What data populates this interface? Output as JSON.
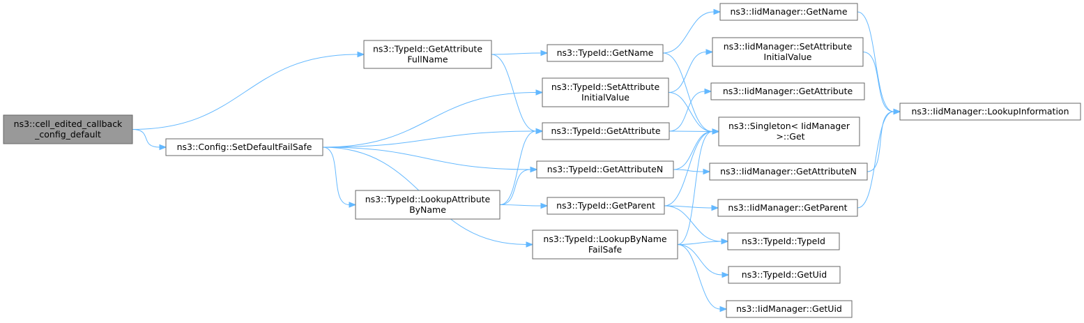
{
  "graph": {
    "edge_color": "#63b8ff",
    "root_fill": "#999999",
    "node_border": "#666666",
    "nodes": [
      {
        "id": "root",
        "lines": [
          "ns3::cell_edited_callback",
          "_config_default"
        ]
      },
      {
        "id": "setdefault",
        "lines": [
          "ns3::Config::SetDefaultFailSafe"
        ]
      },
      {
        "id": "getattrfull",
        "lines": [
          "ns3::TypeId::GetAttribute",
          "FullName"
        ]
      },
      {
        "id": "lookupattr",
        "lines": [
          "ns3::TypeId::LookupAttribute",
          "ByName"
        ]
      },
      {
        "id": "setattrinit",
        "lines": [
          "ns3::TypeId::SetAttribute",
          "InitialValue"
        ]
      },
      {
        "id": "getname",
        "lines": [
          "ns3::TypeId::GetName"
        ]
      },
      {
        "id": "getattr",
        "lines": [
          "ns3::TypeId::GetAttribute"
        ]
      },
      {
        "id": "getattrn",
        "lines": [
          "ns3::TypeId::GetAttributeN"
        ]
      },
      {
        "id": "getparent",
        "lines": [
          "ns3::TypeId::GetParent"
        ]
      },
      {
        "id": "lookupbyname",
        "lines": [
          "ns3::TypeId::LookupByName",
          "FailSafe"
        ]
      },
      {
        "id": "iid_getname",
        "lines": [
          "ns3::IidManager::GetName"
        ]
      },
      {
        "id": "iid_setattrinit",
        "lines": [
          "ns3::IidManager::SetAttribute",
          "InitialValue"
        ]
      },
      {
        "id": "iid_getattr",
        "lines": [
          "ns3::IidManager::GetAttribute"
        ]
      },
      {
        "id": "singleton_get",
        "lines": [
          "ns3::Singleton< IidManager",
          " >::Get"
        ]
      },
      {
        "id": "iid_getattrn",
        "lines": [
          "ns3::IidManager::GetAttributeN"
        ]
      },
      {
        "id": "iid_getparent",
        "lines": [
          "ns3::IidManager::GetParent"
        ]
      },
      {
        "id": "typeid_ctor",
        "lines": [
          "ns3::TypeId::TypeId"
        ]
      },
      {
        "id": "getuid",
        "lines": [
          "ns3::TypeId::GetUid"
        ]
      },
      {
        "id": "iid_getuid",
        "lines": [
          "ns3::IidManager::GetUid"
        ]
      },
      {
        "id": "iid_lookupinfo",
        "lines": [
          "ns3::IidManager::LookupInformation"
        ]
      }
    ],
    "edges": [
      {
        "from": "root",
        "to": "getattrfull"
      },
      {
        "from": "root",
        "to": "setdefault"
      },
      {
        "from": "setdefault",
        "to": "setattrinit"
      },
      {
        "from": "setdefault",
        "to": "getattr"
      },
      {
        "from": "setdefault",
        "to": "getattrn"
      },
      {
        "from": "setdefault",
        "to": "lookupattr"
      },
      {
        "from": "setdefault",
        "to": "lookupbyname"
      },
      {
        "from": "getattrfull",
        "to": "getname"
      },
      {
        "from": "getattrfull",
        "to": "getattr"
      },
      {
        "from": "lookupattr",
        "to": "getattr"
      },
      {
        "from": "lookupattr",
        "to": "getattrn"
      },
      {
        "from": "lookupattr",
        "to": "getparent"
      },
      {
        "from": "getname",
        "to": "iid_getname"
      },
      {
        "from": "getname",
        "to": "singleton_get"
      },
      {
        "from": "setattrinit",
        "to": "iid_setattrinit"
      },
      {
        "from": "setattrinit",
        "to": "singleton_get"
      },
      {
        "from": "getattr",
        "to": "iid_getattr"
      },
      {
        "from": "getattr",
        "to": "singleton_get"
      },
      {
        "from": "getattrn",
        "to": "singleton_get"
      },
      {
        "from": "getattrn",
        "to": "iid_getattrn"
      },
      {
        "from": "getparent",
        "to": "singleton_get"
      },
      {
        "from": "getparent",
        "to": "iid_getparent"
      },
      {
        "from": "getparent",
        "to": "typeid_ctor"
      },
      {
        "from": "lookupbyname",
        "to": "singleton_get"
      },
      {
        "from": "lookupbyname",
        "to": "typeid_ctor"
      },
      {
        "from": "lookupbyname",
        "to": "getuid"
      },
      {
        "from": "lookupbyname",
        "to": "iid_getuid"
      },
      {
        "from": "iid_getname",
        "to": "iid_lookupinfo"
      },
      {
        "from": "iid_setattrinit",
        "to": "iid_lookupinfo"
      },
      {
        "from": "iid_getattrn",
        "to": "iid_lookupinfo"
      },
      {
        "from": "iid_getparent",
        "to": "iid_lookupinfo"
      }
    ]
  }
}
